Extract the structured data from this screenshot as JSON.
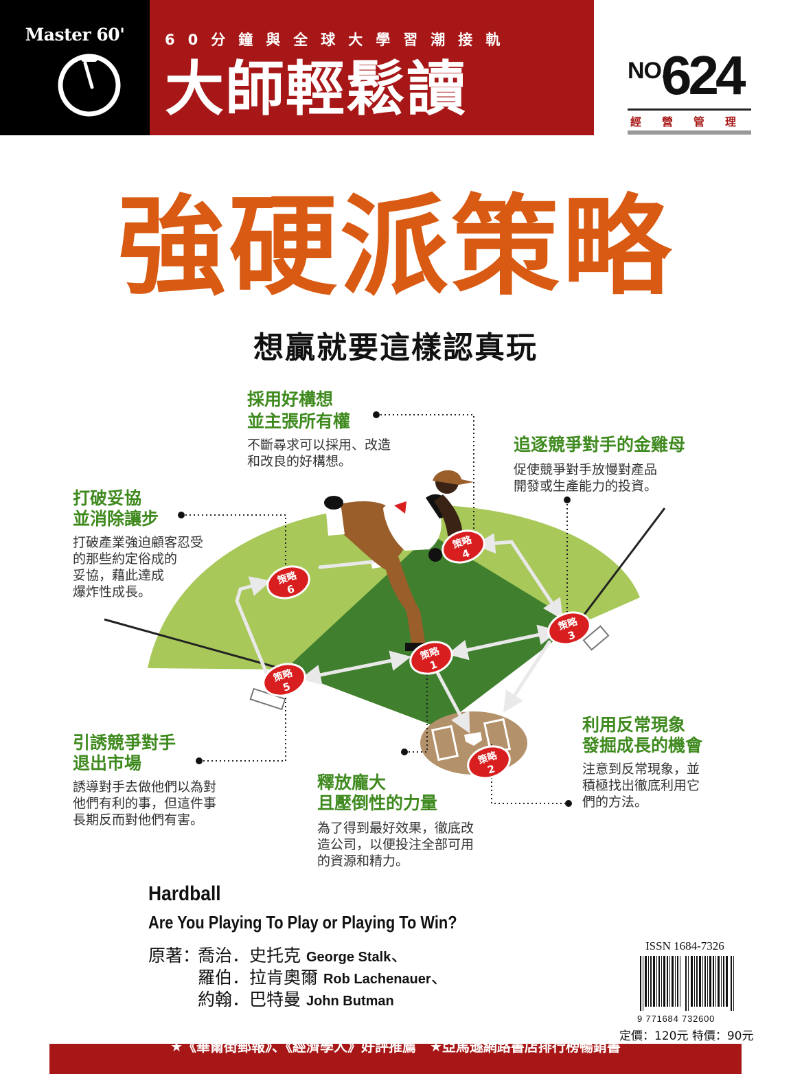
{
  "header": {
    "brand_en": "Master 60'",
    "tagline": "60分鐘與全球大學習潮接軌",
    "brand_zh": "大師輕鬆讀",
    "issue_label": "NO.",
    "issue_number": "624",
    "category": "經營管理"
  },
  "cover": {
    "title": "強硬派策略",
    "subtitle": "想贏就要這樣認真玩"
  },
  "diagram": {
    "badge_label": "策略",
    "strategies": [
      {
        "number": "1",
        "head1": "釋放龐大",
        "head2": "且壓倒性的力量",
        "desc": [
          "為了得到最好效果，徹底改",
          "造公司，以便投注全部可用",
          "的資源和精力。"
        ]
      },
      {
        "number": "2",
        "head1": "利用反常現象",
        "head2": "發掘成長的機會",
        "desc": [
          "注意到反常現象，並",
          "積極找出徹底利用它",
          "們的方法。"
        ]
      },
      {
        "number": "3",
        "head1": "追逐競爭對手的金雞母",
        "head2": "",
        "desc": [
          "促使競爭對手放慢對產品",
          "開發或生產能力的投資。"
        ]
      },
      {
        "number": "4",
        "head1": "採用好構想",
        "head2": "並主張所有權",
        "desc": [
          "不斷尋求可以採用、改造",
          "和改良的好構想。"
        ]
      },
      {
        "number": "5",
        "head1": "引誘競爭對手",
        "head2": "退出市場",
        "desc": [
          "誘導對手去做他們以為對",
          "他們有利的事，但這件事",
          "長期反而對他們有害。"
        ]
      },
      {
        "number": "6",
        "head1": "打破妥協",
        "head2": "並消除讓步",
        "desc": [
          "打破產業強迫顧客忍受",
          "的那些約定俗成的",
          "妥協，藉此達成",
          "爆炸性成長。"
        ]
      }
    ]
  },
  "book": {
    "title_en": "Hardball",
    "subtitle_en": "Are You Playing To Play or Playing To Win?",
    "author_prefix": "原著：",
    "authors": [
      {
        "zh": "喬治．史托克",
        "en": "George Stalk",
        "sep": "、"
      },
      {
        "zh": "羅伯．拉肯奧爾",
        "en": "Rob Lachenauer",
        "sep": "、"
      },
      {
        "zh": "約翰．巴特曼",
        "en": "John Butman",
        "sep": ""
      }
    ]
  },
  "barcode": {
    "issn": "ISSN 1684-7326",
    "digits": "9 771684 732600"
  },
  "price": "定價：120元  特價：90元",
  "footer": "★《華爾街郵報》、《經濟學人》好評推薦　★亞馬遜網路書店排行榜暢銷書",
  "colors": {
    "brand_red": "#a81717",
    "title_orange": "#d95a12",
    "heading_green": "#3f8a1f",
    "badge_red": "#d81e1e",
    "field_light": "#a8c85a",
    "field_dark": "#3f7f2e",
    "infield_dirt": "#b3916a"
  }
}
